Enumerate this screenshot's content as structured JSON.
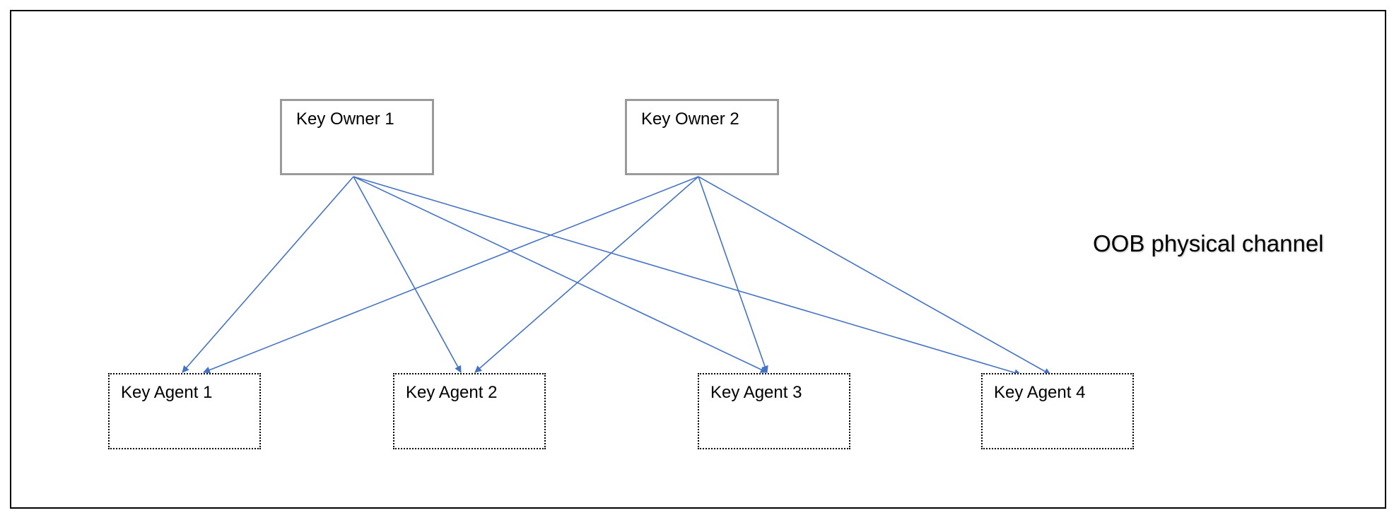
{
  "diagram": {
    "owners": [
      {
        "id": "owner-1",
        "label": "Key Owner 1"
      },
      {
        "id": "owner-2",
        "label": "Key Owner 2"
      }
    ],
    "agents": [
      {
        "id": "agent-1",
        "label": "Key Agent 1"
      },
      {
        "id": "agent-2",
        "label": "Key Agent 2"
      },
      {
        "id": "agent-3",
        "label": "Key Agent 3"
      },
      {
        "id": "agent-4",
        "label": "Key Agent 4"
      }
    ],
    "connections": [
      {
        "from": "owner-1",
        "to": "agent-1"
      },
      {
        "from": "owner-1",
        "to": "agent-2"
      },
      {
        "from": "owner-1",
        "to": "agent-3"
      },
      {
        "from": "owner-1",
        "to": "agent-4"
      },
      {
        "from": "owner-2",
        "to": "agent-1"
      },
      {
        "from": "owner-2",
        "to": "agent-2"
      },
      {
        "from": "owner-2",
        "to": "agent-3"
      },
      {
        "from": "owner-2",
        "to": "agent-4"
      }
    ],
    "channel_label": "OOB physical channel",
    "colors": {
      "arrow": "#4472c4",
      "owner_border": "#9a9a9a",
      "agent_border": "#000000",
      "frame": "#000000"
    }
  }
}
